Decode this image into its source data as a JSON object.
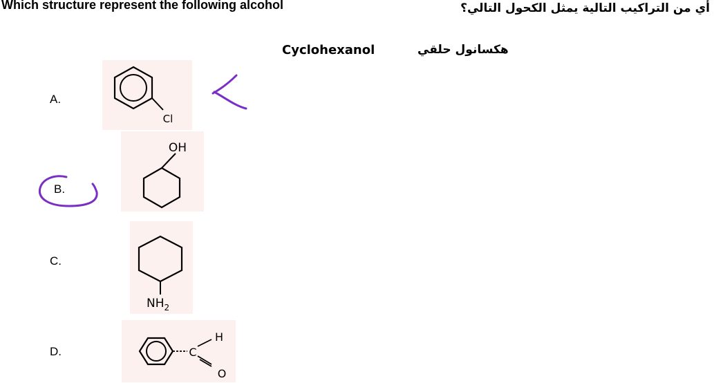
{
  "question": {
    "english": "Which structure represent the following alcohol",
    "arabic": "أي من التراكيب التالية يمثل الكحول التالي؟"
  },
  "compound": {
    "name_en": "Cyclohexanol",
    "name_ar": "هكسانول حلقي"
  },
  "options": [
    {
      "label": "A.",
      "structure_text": [
        "Cl"
      ],
      "structure": "chlorobenzene"
    },
    {
      "label": "B.",
      "structure_text": [
        "OH"
      ],
      "structure": "cyclohexanol"
    },
    {
      "label": "C.",
      "structure_text": [
        "NH",
        "2"
      ],
      "structure": "cyclohexylamine"
    },
    {
      "label": "D.",
      "structure_text": [
        "H",
        "C",
        "O"
      ],
      "structure": "benzaldehyde"
    }
  ],
  "annotations": {
    "cross_mark_on": "A.",
    "circle_mark_on": "B.",
    "ink_color": "#7a2fc4"
  },
  "colors": {
    "card_background": "#fdf1ef"
  }
}
